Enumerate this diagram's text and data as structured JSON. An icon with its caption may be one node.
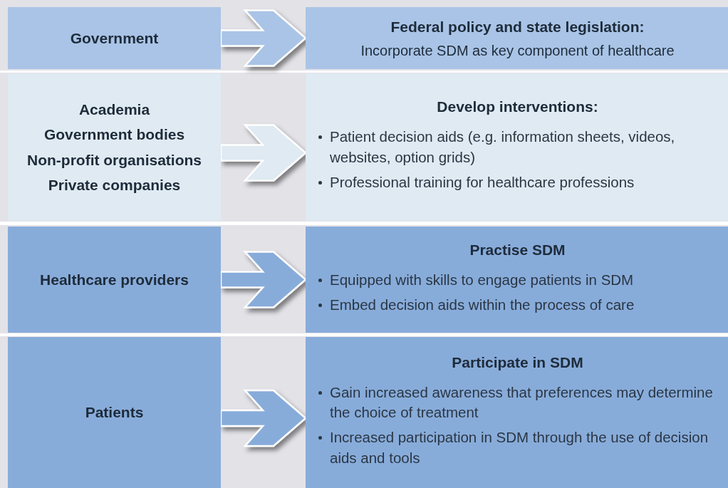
{
  "diagram": {
    "nodes": [
      {
        "text": [
          "Government"
        ]
      },
      {
        "text": [
          "Federal policy and state legislation:",
          "Incorporate SDM as key component of healthcare"
        ]
      },
      {
        "text": [
          "Academia",
          "Government bodies",
          "Non-profit organisations",
          "Private companies"
        ]
      },
      {
        "text": [
          "Develop interventions:",
          "Patient decision aids (e.g. information sheets, videos, websites, option grids)",
          "Professional training for healthcare professions"
        ]
      },
      {
        "text": [
          "Healthcare providers"
        ]
      },
      {
        "text": [
          "Practise SDM",
          "Equipped with skills to engage patients in SDM",
          "Embed decision aids within the process of care"
        ]
      },
      {
        "text": [
          "Patients"
        ]
      },
      {
        "text": [
          "Participate in SDM",
          "Gain increased awareness that preferences may determine the choice of treatment",
          "Increased participation in SDM through the use of decision aids and tools"
        ]
      }
    ],
    "edges": [
      {
        "from": 0,
        "to": 1,
        "arrow": "to"
      },
      {
        "from": 2,
        "to": 3,
        "arrow": "to"
      },
      {
        "from": 4,
        "to": 5,
        "arrow": "to"
      },
      {
        "from": 6,
        "to": 7,
        "arrow": "to"
      }
    ]
  }
}
